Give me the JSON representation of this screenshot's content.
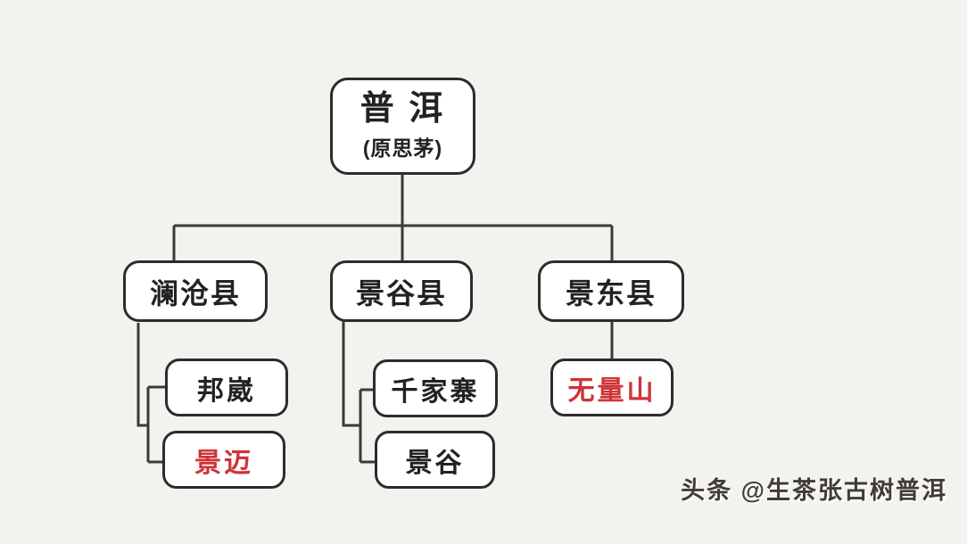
{
  "diagram": {
    "background_color": "#f3f2ef",
    "line_color": "#3a3a3a",
    "box_border_color": "#2c2c2c",
    "box_fill_color": "#ffffff",
    "text_color": "#222222",
    "highlight_red": "#cf3338",
    "root": {
      "title": "普 洱",
      "subtitle": "(原思茅)"
    },
    "counties": [
      {
        "label": "澜沧县"
      },
      {
        "label": "景谷县"
      },
      {
        "label": "景东县"
      }
    ],
    "areas": [
      {
        "label": "邦崴",
        "highlighted": false
      },
      {
        "label": "景迈",
        "highlighted": true
      },
      {
        "label": "千家寨",
        "highlighted": false
      },
      {
        "label": "景谷",
        "highlighted": false
      },
      {
        "label": "无量山",
        "highlighted": true
      }
    ]
  },
  "watermark": {
    "text": "头条 @生茶张古树普洱",
    "color": "#403c38"
  }
}
